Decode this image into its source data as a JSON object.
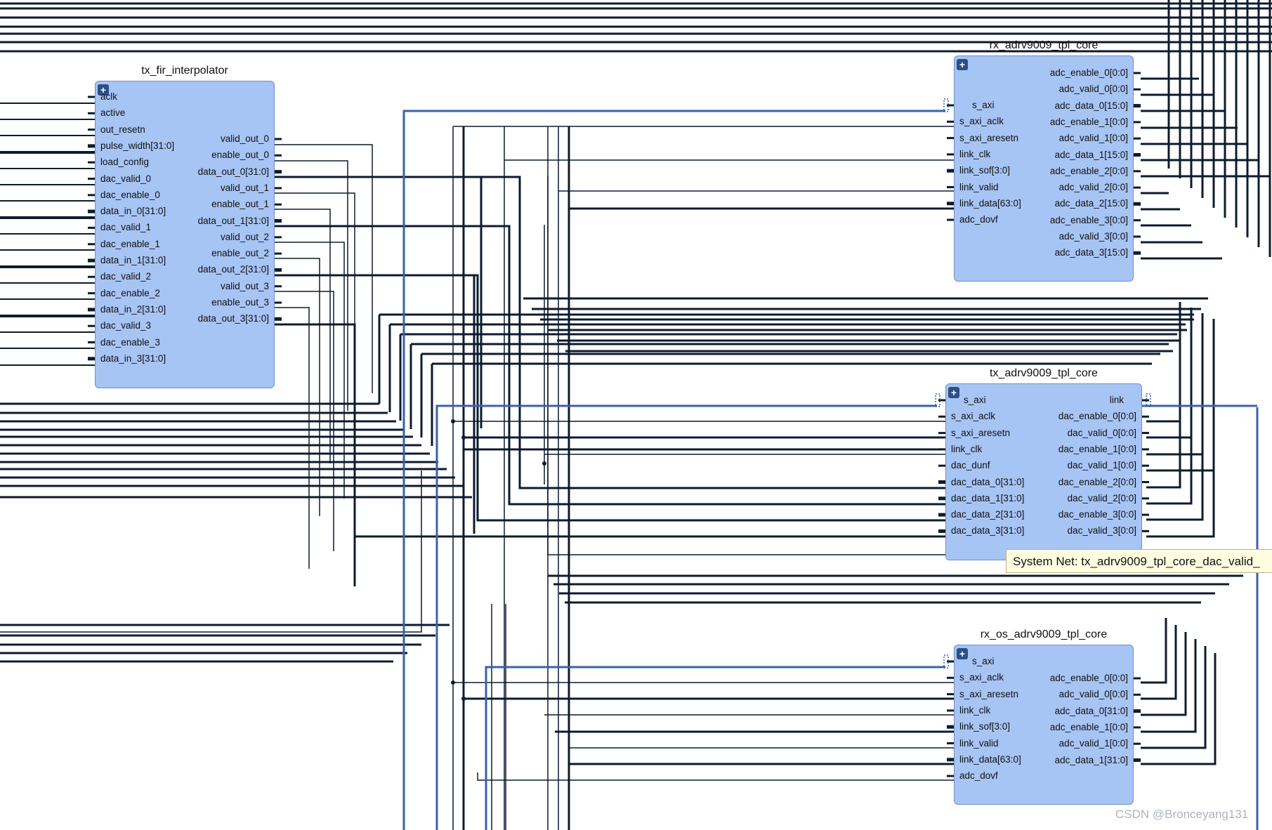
{
  "blocks": {
    "tx_fir": {
      "title": "tx_fir_interpolator",
      "inputs": [
        "aclk",
        "active",
        "out_resetn",
        "pulse_width[31:0]",
        "load_config",
        "dac_valid_0",
        "dac_enable_0",
        "data_in_0[31:0]",
        "dac_valid_1",
        "dac_enable_1",
        "data_in_1[31:0]",
        "dac_valid_2",
        "dac_enable_2",
        "data_in_2[31:0]",
        "dac_valid_3",
        "dac_enable_3",
        "data_in_3[31:0]"
      ],
      "outputs": [
        "valid_out_0",
        "enable_out_0",
        "data_out_0[31:0]",
        "valid_out_1",
        "enable_out_1",
        "data_out_1[31:0]",
        "valid_out_2",
        "enable_out_2",
        "data_out_2[31:0]",
        "valid_out_3",
        "enable_out_3",
        "data_out_3[31:0]"
      ]
    },
    "rx_tpl": {
      "title": "rx_adrv9009_tpl_core",
      "inputs": [
        "s_axi",
        "s_axi_aclk",
        "s_axi_aresetn",
        "link_clk",
        "link_sof[3:0]",
        "link_valid",
        "link_data[63:0]",
        "adc_dovf"
      ],
      "outputs": [
        "adc_enable_0[0:0]",
        "adc_valid_0[0:0]",
        "adc_data_0[15:0]",
        "adc_enable_1[0:0]",
        "adc_valid_1[0:0]",
        "adc_data_1[15:0]",
        "adc_enable_2[0:0]",
        "adc_valid_2[0:0]",
        "adc_data_2[15:0]",
        "adc_enable_3[0:0]",
        "adc_valid_3[0:0]",
        "adc_data_3[15:0]"
      ]
    },
    "tx_tpl": {
      "title": "tx_adrv9009_tpl_core",
      "inputs": [
        "s_axi",
        "s_axi_aclk",
        "s_axi_aresetn",
        "link_clk",
        "dac_dunf",
        "dac_data_0[31:0]",
        "dac_data_1[31:0]",
        "dac_data_2[31:0]",
        "dac_data_3[31:0]"
      ],
      "outputs": [
        "link",
        "dac_enable_0[0:0]",
        "dac_valid_0[0:0]",
        "dac_enable_1[0:0]",
        "dac_valid_1[0:0]",
        "dac_enable_2[0:0]",
        "dac_valid_2[0:0]",
        "dac_enable_3[0:0]",
        "dac_valid_3[0:0]"
      ]
    },
    "rx_os_tpl": {
      "title": "rx_os_adrv9009_tpl_core",
      "inputs": [
        "s_axi",
        "s_axi_aclk",
        "s_axi_aresetn",
        "link_clk",
        "link_sof[3:0]",
        "link_valid",
        "link_data[63:0]",
        "adc_dovf"
      ],
      "outputs": [
        "adc_enable_0[0:0]",
        "adc_valid_0[0:0]",
        "adc_data_0[31:0]",
        "adc_enable_1[0:0]",
        "adc_valid_1[0:0]",
        "adc_data_1[31:0]"
      ]
    }
  },
  "tooltip": "System Net: tx_adrv9009_tpl_core_dac_valid_",
  "watermark": "CSDN @Bronceyang131",
  "icons": {
    "expand": "plus-icon",
    "bus_port": "bus-plus-icon"
  },
  "colors": {
    "block_fill": "#a6c4f4",
    "wire": "#0d1b2e",
    "bus": "#3a62a8",
    "tooltip_bg": "#fffde0"
  }
}
